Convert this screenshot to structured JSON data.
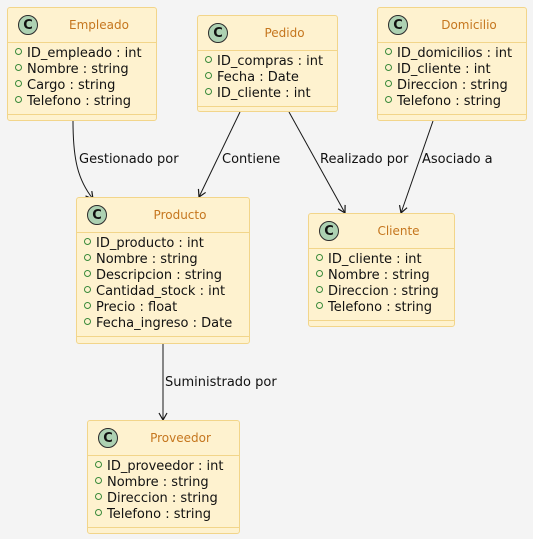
{
  "classes": {
    "empleado": {
      "name": "Empleado",
      "attributes": [
        "ID_empleado : int",
        "Nombre : string",
        "Cargo : string",
        "Telefono : string"
      ]
    },
    "pedido": {
      "name": "Pedido",
      "attributes": [
        "ID_compras : int",
        "Fecha : Date",
        "ID_cliente : int"
      ]
    },
    "domicilio": {
      "name": "Domicilio",
      "attributes": [
        "ID_domicilios : int",
        "ID_cliente : int",
        "Direccion : string",
        "Telefono : string"
      ]
    },
    "producto": {
      "name": "Producto",
      "attributes": [
        "ID_producto : int",
        "Nombre : string",
        "Descripcion : string",
        "Cantidad_stock : int",
        "Precio : float",
        "Fecha_ingreso : Date"
      ]
    },
    "cliente": {
      "name": "Cliente",
      "attributes": [
        "ID_cliente : int",
        "Nombre : string",
        "Direccion : string",
        "Telefono : string"
      ]
    },
    "proveedor": {
      "name": "Proveedor",
      "attributes": [
        "ID_proveedor : int",
        "Nombre : string",
        "Direccion : string",
        "Telefono : string"
      ]
    }
  },
  "class_icon_letter": "C",
  "relations": [
    {
      "from": "Empleado",
      "to": "Producto",
      "label": "Gestionado por"
    },
    {
      "from": "Pedido",
      "to": "Producto",
      "label": "Contiene"
    },
    {
      "from": "Pedido",
      "to": "Cliente",
      "label": "Realizado por"
    },
    {
      "from": "Domicilio",
      "to": "Cliente",
      "label": "Asociado a"
    },
    {
      "from": "Producto",
      "to": "Proveedor",
      "label": "Suministrado por"
    }
  ],
  "colors": {
    "background": "#f4f4f4",
    "class_fill": "#fef2cf",
    "class_border": "#f2d58a",
    "class_name": "#c5761e",
    "class_icon": "#add1b2",
    "edge": "#181818"
  }
}
